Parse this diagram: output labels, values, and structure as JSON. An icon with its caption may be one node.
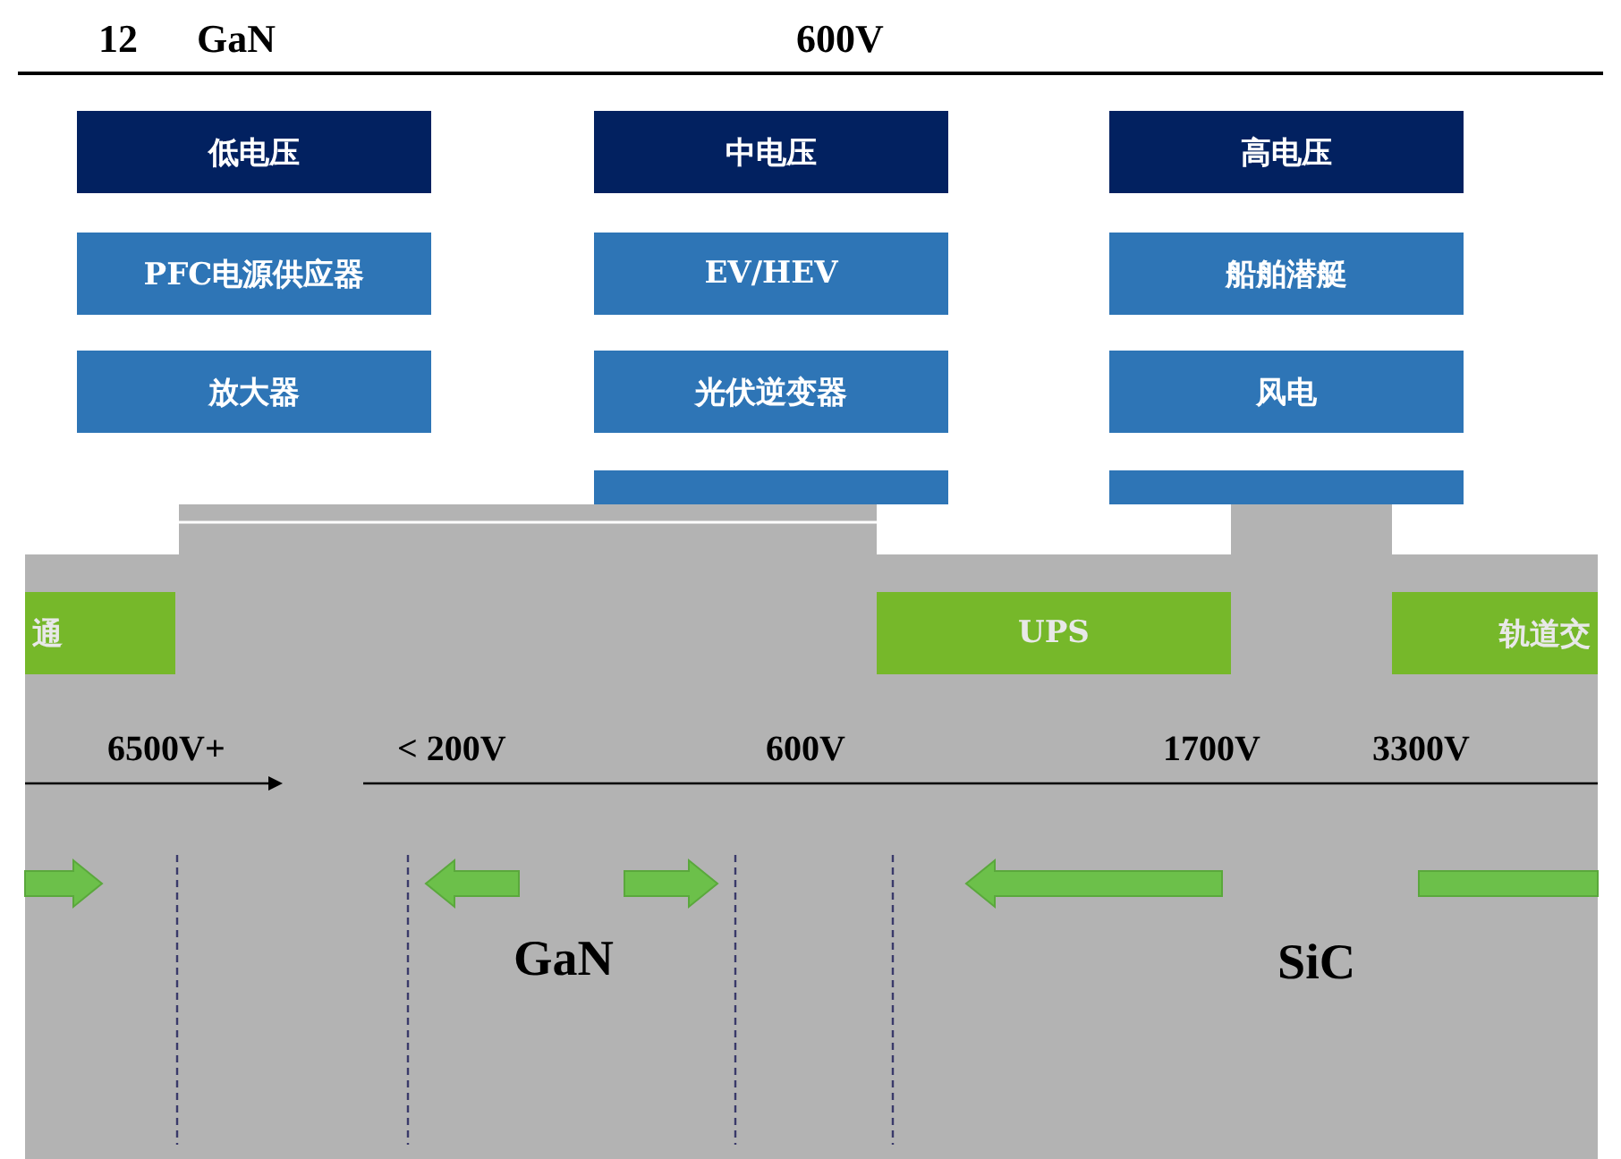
{
  "diagram": {
    "nodes": [
      {
        "text": [
          "低电压"
        ]
      },
      {
        "text": [
          "中电压"
        ]
      },
      {
        "text": [
          "高电压"
        ]
      },
      {
        "text": [
          "PFC电源供应器"
        ]
      },
      {
        "text": [
          "EV/HEV"
        ]
      },
      {
        "text": [
          "船舶潜艇"
        ]
      },
      {
        "text": [
          "放大器"
        ]
      },
      {
        "text": [
          "光伏逆变器"
        ]
      },
      {
        "text": [
          "风电"
        ]
      },
      {
        "text": [],
        "shape": "box"
      },
      {
        "text": [],
        "shape": "box"
      },
      {
        "text": [
          "通"
        ]
      },
      {
        "text": [
          "UPS"
        ]
      },
      {
        "text": [
          "轨道交"
        ]
      }
    ],
    "labels": [
      "12",
      "GaN",
      "600V",
      "6500V+",
      "< 200V",
      "600V",
      "1700V",
      "3300V",
      "GaN",
      "SiC"
    ]
  }
}
